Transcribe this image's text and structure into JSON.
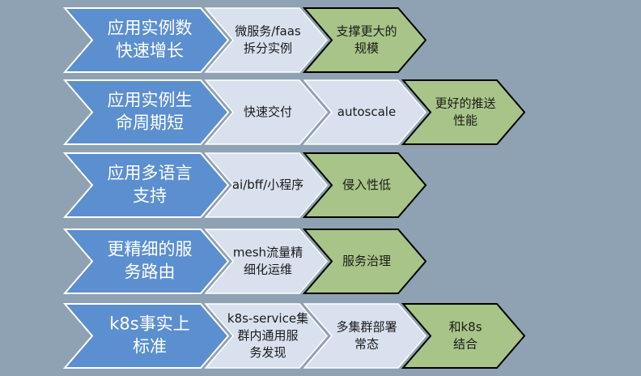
{
  "rows": [
    {
      "cells": [
        {
          "kind": "head",
          "lines": [
            "应用实例数",
            "快速增长"
          ]
        },
        {
          "kind": "mid",
          "lines": [
            "微服务/faas",
            "拆分实例"
          ]
        },
        {
          "kind": "green",
          "lines": [
            "支撑更大的",
            "规模"
          ]
        }
      ]
    },
    {
      "cells": [
        {
          "kind": "head",
          "lines": [
            "应用实例生",
            "命周期短"
          ]
        },
        {
          "kind": "mid",
          "lines": [
            "快速交付"
          ]
        },
        {
          "kind": "mid",
          "lines": [
            "autoscale"
          ]
        },
        {
          "kind": "green",
          "lines": [
            "更好的推送",
            "性能"
          ]
        }
      ]
    },
    {
      "cells": [
        {
          "kind": "head",
          "lines": [
            "应用多语言",
            "支持"
          ]
        },
        {
          "kind": "mid",
          "lines": [
            "ai/bff/小程序"
          ]
        },
        {
          "kind": "green",
          "lines": [
            "侵入性低"
          ]
        }
      ]
    },
    {
      "cells": [
        {
          "kind": "head",
          "lines": [
            "更精细的服",
            "务路由"
          ]
        },
        {
          "kind": "mid",
          "lines": [
            "mesh流量精",
            "细化运维"
          ]
        },
        {
          "kind": "green",
          "lines": [
            "服务治理"
          ]
        }
      ]
    },
    {
      "cells": [
        {
          "kind": "head",
          "lines": [
            "k8s事实上",
            "标准"
          ]
        },
        {
          "kind": "mid",
          "lines": [
            "k8s-service集",
            "群内通用服",
            "务发现"
          ]
        },
        {
          "kind": "mid",
          "lines": [
            "多集群部署",
            "常态"
          ]
        },
        {
          "kind": "green",
          "lines": [
            "和k8s",
            "结合"
          ]
        }
      ]
    }
  ],
  "colors": {
    "background": "#8fa2b3",
    "head_fill": "#5b8fcf",
    "head_text": "#ffffff",
    "mid_fill": "#d9e1ee",
    "mid_text": "#1a1a1a",
    "green_fill": "#a8c488",
    "green_text": "#1a1a1a",
    "outline": "#000000"
  }
}
